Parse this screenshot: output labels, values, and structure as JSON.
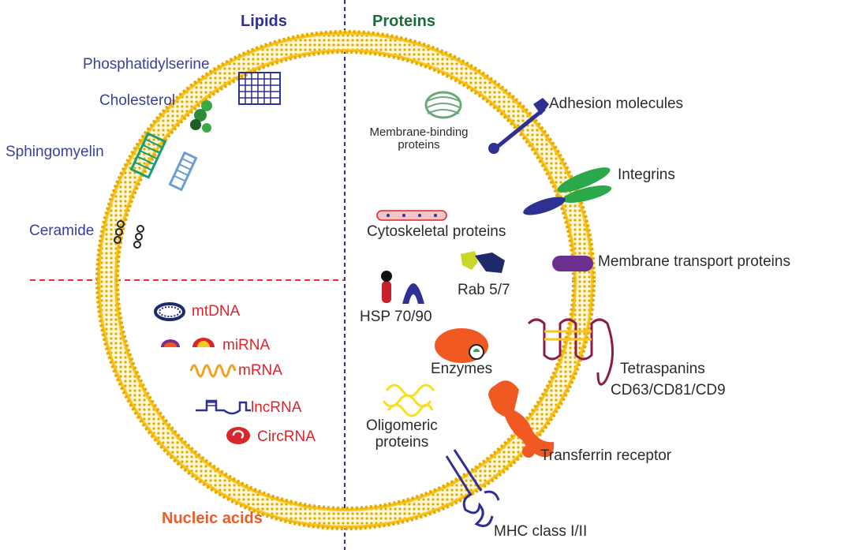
{
  "sections": {
    "lipids": "Lipids",
    "proteins": "Proteins",
    "nucleic_acids": "Nucleic acids"
  },
  "lipids": {
    "phosphatidylserine": "Phosphatidylserine",
    "cholesterol": "Cholesterol",
    "sphingomyelin": "Sphingomyelin",
    "ceramide": "Ceramide"
  },
  "proteins": {
    "adhesion": "Adhesion molecules",
    "membrane_binding_1": "Membrane-binding",
    "membrane_binding_2": "proteins",
    "integrins": "Integrins",
    "cytoskeletal": "Cytoskeletal proteins",
    "membrane_transport": "Membrane transport proteins",
    "rab": "Rab 5/7",
    "hsp": "HSP 70/90",
    "enzymes": "Enzymes",
    "tetraspanins": "Tetraspanins",
    "tetraspanins_cd": "CD63/CD81/CD9",
    "oligomeric_1": "Oligomeric",
    "oligomeric_2": "proteins",
    "transferrin": "Transferrin receptor",
    "mhc": "MHC class I/II"
  },
  "nucleic": {
    "mtdna": "mtDNA",
    "mirna": "miRNA",
    "mrna": "mRNA",
    "lncrna": "lncRNA",
    "circrna": "CircRNA"
  },
  "colors": {
    "lipids_heading": "#2e3192",
    "proteins_heading": "#1d6b3a",
    "nucleic_heading": "#f15a24",
    "membrane": "#f7c51e",
    "divider_vertical": "#2e3192",
    "divider_horizontal": "#e8302f"
  }
}
